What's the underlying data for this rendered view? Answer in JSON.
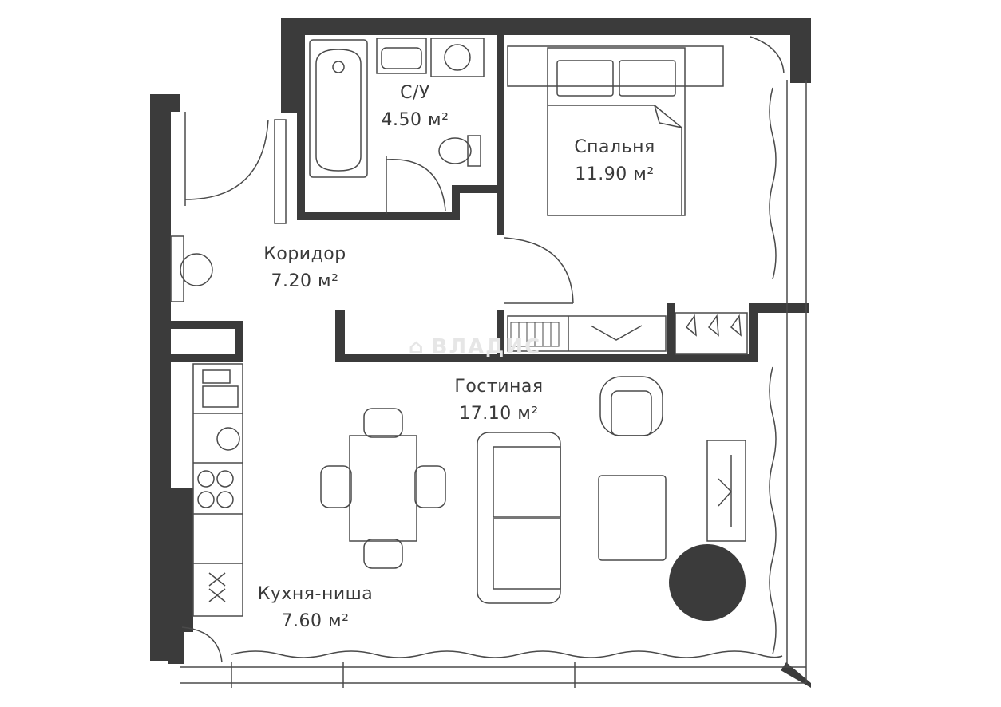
{
  "colors": {
    "wall": "#3b3b3b",
    "line": "#4a4a4a",
    "text": "#3a3a3a",
    "watermark": "#e6e6e6"
  },
  "watermark": {
    "text": "ВЛАДИС",
    "icon": "house-icon"
  },
  "rooms": {
    "bathroom": {
      "name": "С/У",
      "area": "4.50 м²"
    },
    "bedroom": {
      "name": "Спальня",
      "area": "11.90 м²"
    },
    "corridor": {
      "name": "Коридор",
      "area": "7.20 м²"
    },
    "living": {
      "name": "Гостиная",
      "area": "17.10 м²"
    },
    "kitchen": {
      "name": "Кухня-ниша",
      "area": "7.60 м²"
    }
  }
}
